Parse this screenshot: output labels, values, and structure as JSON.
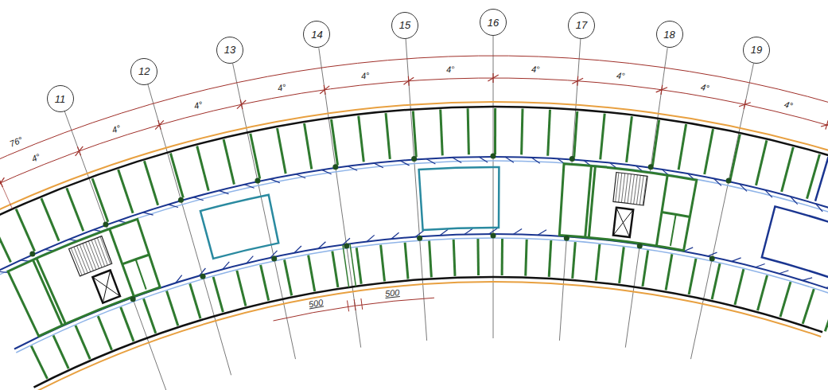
{
  "diagram": {
    "nodes": [
      {
        "text": [
          "11"
        ]
      },
      {
        "text": [
          "12"
        ]
      },
      {
        "text": [
          "13"
        ]
      },
      {
        "text": [
          "14"
        ]
      },
      {
        "text": [
          "15"
        ]
      },
      {
        "text": [
          "16"
        ]
      },
      {
        "text": [
          "17"
        ]
      },
      {
        "text": [
          "18"
        ]
      },
      {
        "text": [
          "19"
        ]
      }
    ],
    "labels": [
      "76°",
      "4°",
      "4°",
      "4°",
      "4°",
      "4°",
      "4°",
      "4°",
      "4°",
      "4°",
      "4°",
      "500",
      "500"
    ]
  }
}
